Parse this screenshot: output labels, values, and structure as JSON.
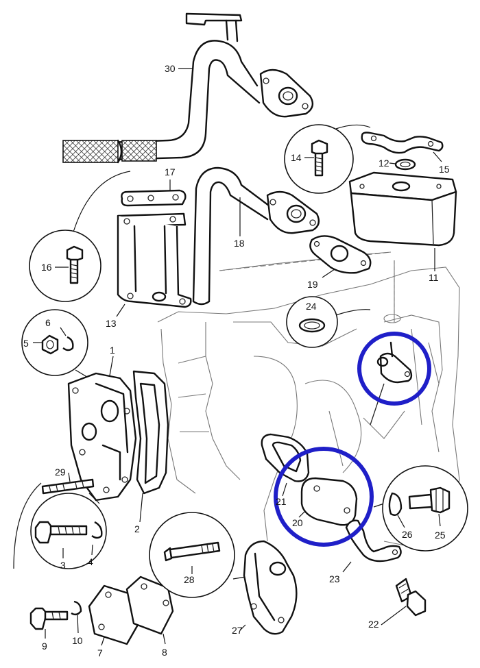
{
  "diagram": {
    "highlight_color": "#1f1fc8",
    "labels": [
      "1",
      "2",
      "3",
      "4",
      "5",
      "6",
      "7",
      "8",
      "9",
      "10",
      "11",
      "12",
      "13",
      "14",
      "15",
      "16",
      "17",
      "18",
      "19",
      "20",
      "21",
      "22",
      "23",
      "24",
      "25",
      "26",
      "27",
      "28",
      "29",
      "30"
    ]
  }
}
